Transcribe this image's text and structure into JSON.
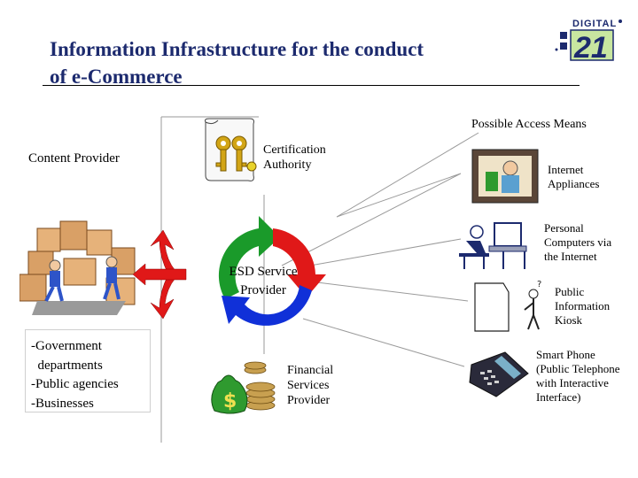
{
  "title": {
    "line1": "Information Infrastructure for the conduct",
    "line2": "of e-Commerce"
  },
  "logo": {
    "text": "DIGITAL",
    "number": "21"
  },
  "possible_access_means": "Possible Access Means",
  "content_provider": "Content Provider",
  "certification_authority": {
    "line1": "Certification",
    "line2": "Authority"
  },
  "esd": {
    "line1": "ESD Service",
    "line2": "Provider"
  },
  "financial": {
    "line1": "Financial",
    "line2": "Services",
    "line3": "Provider"
  },
  "providers_box": {
    "line1": "-Government",
    "line2": "  departments",
    "line3": "-Public agencies",
    "line4": "-Businesses"
  },
  "access": {
    "internet_appliances": {
      "line1": "Internet",
      "line2": "Appliances"
    },
    "pc": {
      "line1": "Personal",
      "line2": "Computers via",
      "line3": "the Internet"
    },
    "kiosk": {
      "line1": "Public",
      "line2": "Information",
      "line3": "Kiosk"
    },
    "smart_phone": {
      "line1": "Smart Phone",
      "line2": "(Public Telephone",
      "line3": "with Interactive",
      "line4": "Interface)"
    }
  },
  "colors": {
    "title": "#1c2a6e",
    "arrow_red": "#e01818",
    "arrow_green": "#1a9a2a",
    "arrow_blue": "#1030d8",
    "money_green": "#2f9a2f"
  }
}
